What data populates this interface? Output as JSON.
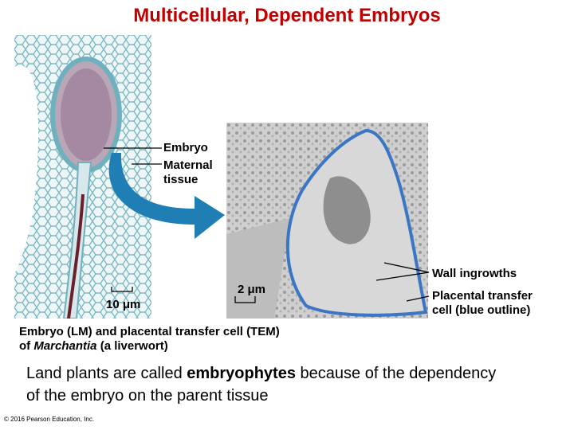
{
  "title": "Multicellular, Dependent Embryos",
  "labels": {
    "embryo": "Embryo",
    "maternal_tissue_line1": "Maternal",
    "maternal_tissue_line2": "tissue",
    "wall_ingrowths": "Wall ingrowths",
    "placental_line1": "Placental transfer",
    "placental_line2": "cell (blue outline)",
    "scale_lm": "10 μm",
    "scale_tem": "2 μm"
  },
  "caption": {
    "line1": "Embryo (LM) and placental transfer cell (TEM)",
    "line2_prefix": "of ",
    "line2_italic": "Marchantia",
    "line2_suffix": " (a liverwort)"
  },
  "body": {
    "part1": "Land plants are called ",
    "bold": "embryophytes",
    "part2": " because of the dependency of the embryo on the parent tissue"
  },
  "copyright": "© 2016 Pearson Education, Inc.",
  "colors": {
    "title": "#c00000",
    "arrow": "#1f7fb4",
    "outline": "#3a76c4",
    "lm_cells": "#7fb8c4",
    "embryo_stalk": "#6b1e2c"
  }
}
